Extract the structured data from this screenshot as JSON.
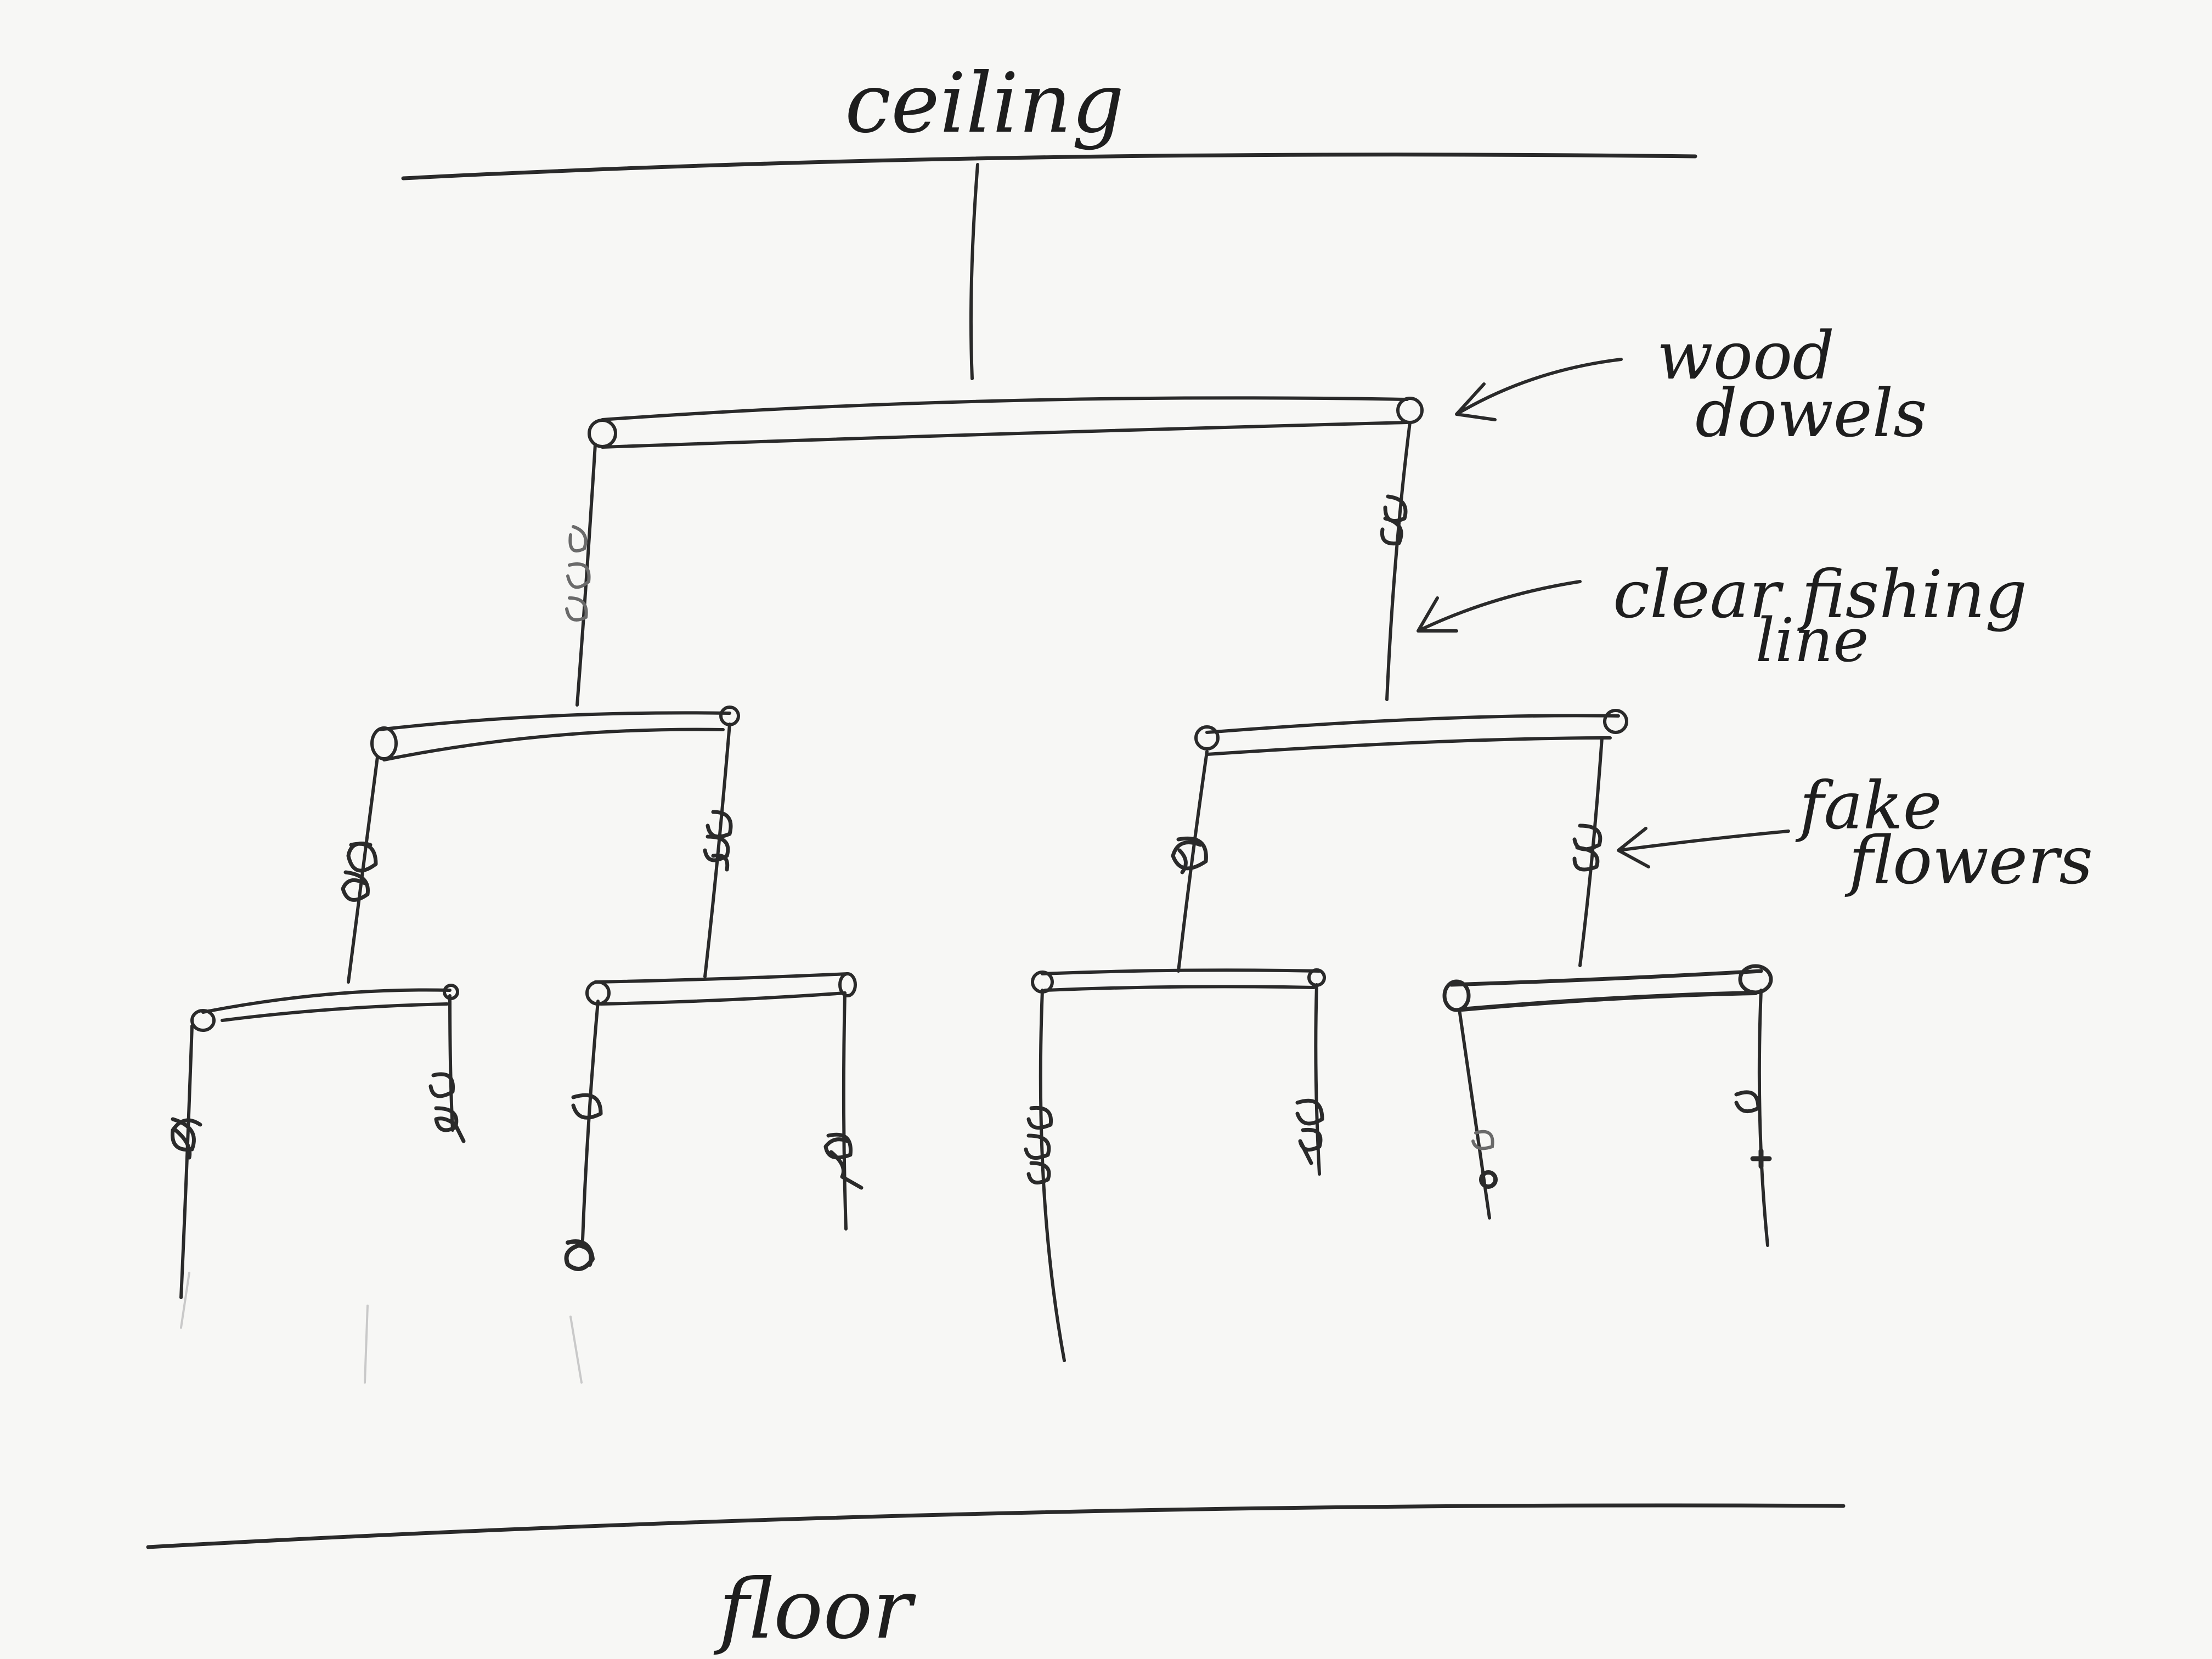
{
  "labels": {
    "ceiling": "ceiling",
    "floor": "floor",
    "wood_dowels_line1": "wood",
    "wood_dowels_line2": "dowels",
    "fishing_line_line1": "clear fishing",
    "fishing_line_line2": "line",
    "fake_flowers_line1": "fake",
    "fake_flowers_line2": "flowers"
  },
  "colors": {
    "paper": "#f7f7f5",
    "pencil": "#2a2a2a"
  }
}
